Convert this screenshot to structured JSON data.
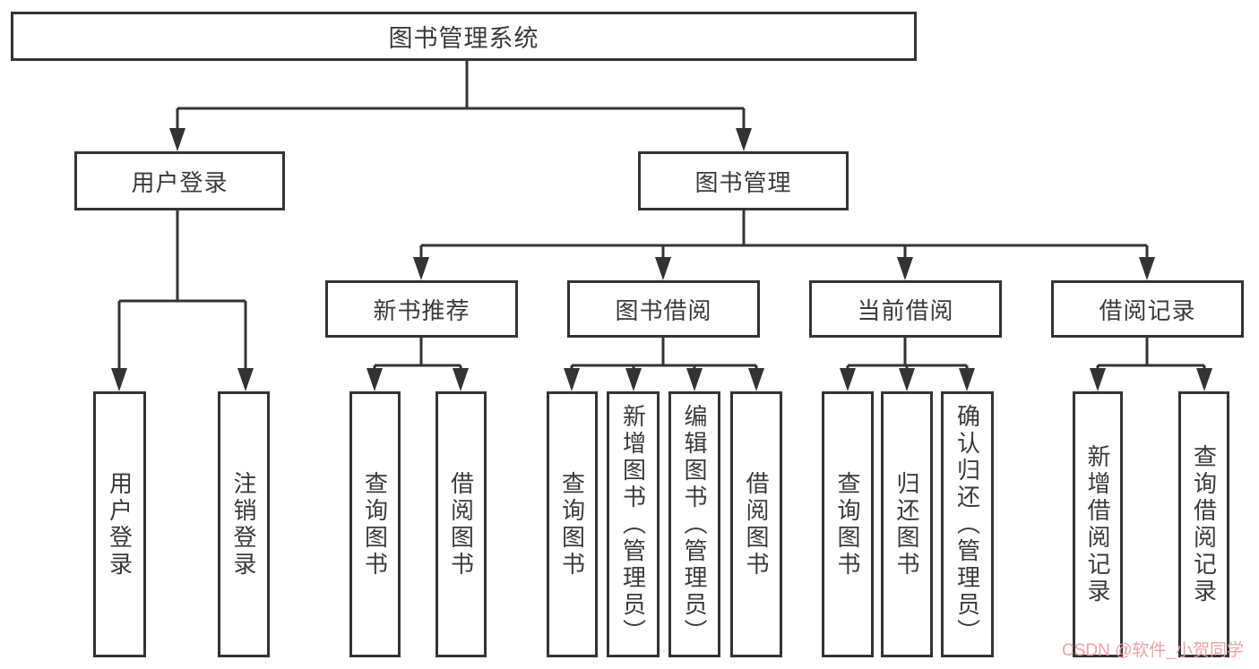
{
  "tree": {
    "root": {
      "label": "图书管理系统",
      "children": [
        {
          "label": "用户登录",
          "children": [
            {
              "label": "用户登录"
            },
            {
              "label": "注销登录"
            }
          ]
        },
        {
          "label": "图书管理",
          "children": [
            {
              "label": "新书推荐",
              "children": [
                {
                  "label": "查询图书"
                },
                {
                  "label": "借阅图书"
                }
              ]
            },
            {
              "label": "图书借阅",
              "children": [
                {
                  "label": "查询图书"
                },
                {
                  "label": "新增图书（管理员）"
                },
                {
                  "label": "编辑图书（管理员）"
                },
                {
                  "label": "借阅图书"
                }
              ]
            },
            {
              "label": "当前借阅",
              "children": [
                {
                  "label": "查询图书"
                },
                {
                  "label": "归还图书"
                },
                {
                  "label": "确认归还（管理员）"
                }
              ]
            },
            {
              "label": "借阅记录",
              "children": [
                {
                  "label": "新增借阅记录"
                },
                {
                  "label": "查询借阅记录"
                }
              ]
            }
          ]
        }
      ]
    }
  },
  "watermark": {
    "text": "CSDN @软件_小贺同学"
  },
  "colors": {
    "line": "#333333",
    "box_border": "#333333",
    "text": "#3a3a3a",
    "background": "#ffffff",
    "watermark": "#ee9ca2"
  }
}
